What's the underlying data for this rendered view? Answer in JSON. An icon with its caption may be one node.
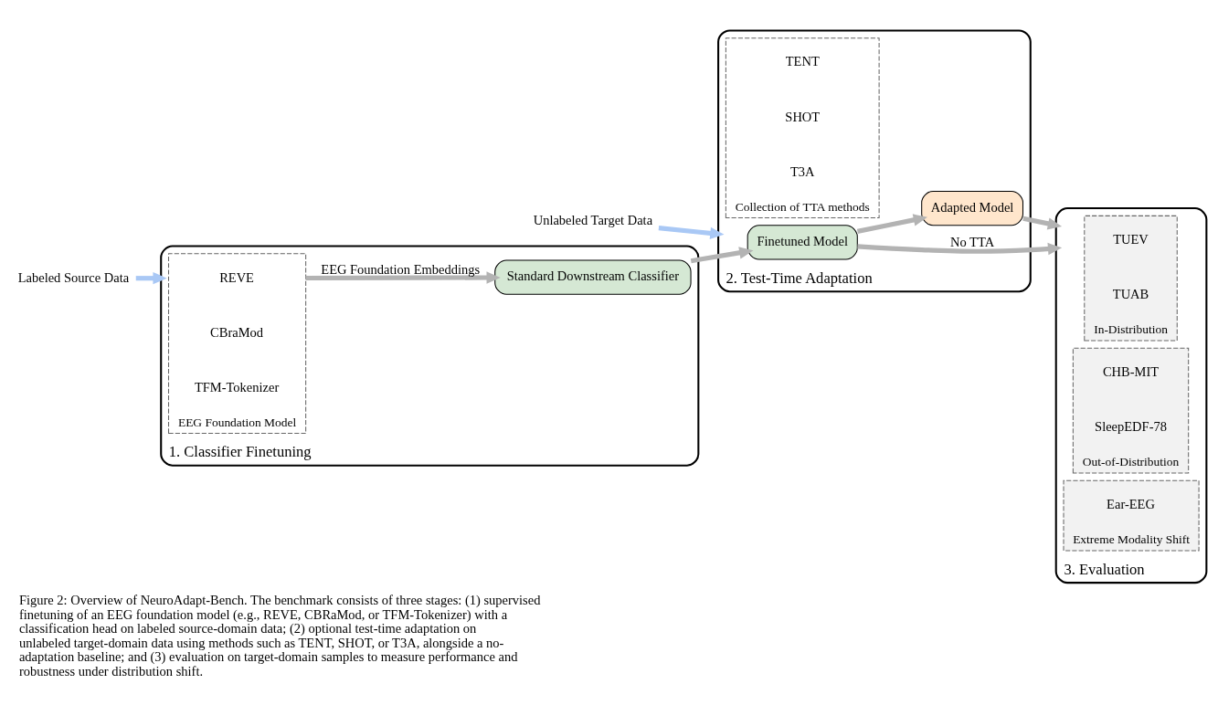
{
  "diagram": {
    "caption": "Figure 2: Overview of NeuroAdapt-Bench. The benchmark consists of three stages: (1) supervised finetuning of an EEG foundation model (e.g., REVE, CBRaMod, or TFM-Tokenizer) with a classification head on labeled source-domain data; (2) optional test-time adaptation on unlabeled target-domain data using methods such as TENT, SHOT, or T3A, alongside a no-adaptation baseline; and (3) evaluation on target-domain samples to measure performance and robustness under distribution shift.",
    "nodes": [
      {
        "text": [
          "1. Classifier Finetuning"
        ]
      },
      {
        "text": [
          "EEG Foundation Model"
        ],
        "in": 0
      },
      {
        "text": [
          "REVE"
        ],
        "in": 1
      },
      {
        "text": [
          "CBraMod"
        ],
        "in": 1
      },
      {
        "text": [
          "TFM-Tokenizer"
        ],
        "in": 1
      },
      {
        "text": [
          "Standard Downstream Classifier"
        ],
        "in": 0
      },
      {
        "text": [
          "2. Test-Time Adaptation"
        ]
      },
      {
        "text": [
          "Finetuned Model"
        ],
        "in": 6
      },
      {
        "text": [
          "Collection of TTA methods"
        ],
        "in": 6
      },
      {
        "text": [
          "TENT"
        ],
        "in": 8
      },
      {
        "text": [
          "SHOT"
        ],
        "in": 8
      },
      {
        "text": [
          "T3A"
        ],
        "in": 8
      },
      {
        "text": [
          "Adapted Model"
        ],
        "in": 6
      },
      {
        "text": [
          "3. Evaluation"
        ]
      },
      {
        "text": [
          "In-Distribution"
        ],
        "in": 13
      },
      {
        "text": [
          "TUEV"
        ],
        "in": 14
      },
      {
        "text": [
          "TUAB"
        ],
        "in": 14
      },
      {
        "text": [
          "Out-of-Distribution"
        ],
        "in": 13
      },
      {
        "text": [
          "CHB-MIT"
        ],
        "in": 17
      },
      {
        "text": [
          "SleepEDF-78"
        ],
        "in": 17
      },
      {
        "text": [
          "Extreme Modality Shift"
        ],
        "in": 13
      },
      {
        "text": [
          "Ear-EEG"
        ],
        "in": 20
      },
      {
        "text": [
          "Labeled Source Data"
        ]
      },
      {
        "text": [
          "Unlabeled Target Data"
        ]
      }
    ],
    "edges": [
      {
        "from": 1,
        "to": 5,
        "arrow": "to",
        "label": "EEG Foundation Embeddings"
      },
      {
        "from": 5,
        "to": 7,
        "arrow": "to"
      },
      {
        "from": 7,
        "to": 12,
        "arrow": "to"
      },
      {
        "from": 12,
        "to": 13,
        "arrow": "to"
      },
      {
        "from": 7,
        "to": 13,
        "arrow": "to",
        "label": "No TTA"
      },
      {
        "from": 22,
        "to": 0,
        "arrow": "to",
        "color": "#a9c8f5"
      },
      {
        "from": 23,
        "to": 6,
        "arrow": "to",
        "color": "#a9c8f5"
      }
    ]
  }
}
